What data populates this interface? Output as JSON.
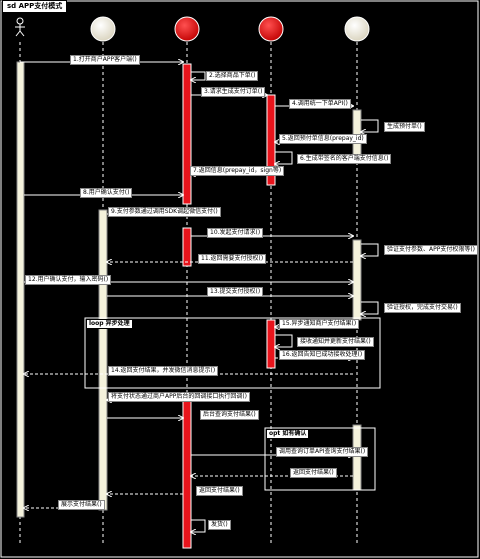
{
  "diagram": {
    "title": "sd APP支付模式",
    "fragments": {
      "loop": "loop 异步处理",
      "check": "opt 如有确认"
    },
    "messages": [
      {
        "id": 1,
        "text": "1.打开商户APP客户端()"
      },
      {
        "id": 2,
        "text": "2.选择商品下单()"
      },
      {
        "id": 3,
        "text": "3.请求生成支付订单()"
      },
      {
        "id": 4,
        "text": "4.调用统一下单API()"
      },
      {
        "id": 5,
        "text": "生成预付单()"
      },
      {
        "id": 6,
        "text": "5.返回预付单信息(prepay_id)"
      },
      {
        "id": 7,
        "text": "6.生成带签名的客户端支付信息()"
      },
      {
        "id": 8,
        "text": "7.返回信息(prepay_id，sign等)"
      },
      {
        "id": 9,
        "text": "8.用户确认支付()"
      },
      {
        "id": 10,
        "text": "9.支付参数通过调用SDK调起微信支付()"
      },
      {
        "id": 11,
        "text": "10.发起支付请求()"
      },
      {
        "id": 12,
        "text": "验证支付参数、APP支付权限等()"
      },
      {
        "id": 13,
        "text": "11.返回需要支付授权()"
      },
      {
        "id": 14,
        "text": "12.用户确认支付，输入密码()"
      },
      {
        "id": 15,
        "text": "13.提交支付授权()"
      },
      {
        "id": 16,
        "text": "验证授权，完成支付交易()"
      },
      {
        "id": 17,
        "text": "15.异步通知商户支付结果()"
      },
      {
        "id": 18,
        "text": "接收通知并更新支付结果()"
      },
      {
        "id": 19,
        "text": "16.返回告知已成功接收处理()"
      },
      {
        "id": 20,
        "text": "14.返回支付结果，并发微信消息提示()"
      },
      {
        "id": 21,
        "text": "将支付状态通过商户APP后台的回调接口执行回调()"
      },
      {
        "id": 22,
        "text": "后台查询支付结果()"
      },
      {
        "id": 23,
        "text": "调用查询订单API查询支付结果()"
      },
      {
        "id": 24,
        "text": "返回支付结果()"
      },
      {
        "id": 25,
        "text": "返回支付结果()"
      },
      {
        "id": 26,
        "text": "展示支付结果()"
      },
      {
        "id": 27,
        "text": "发货()"
      }
    ]
  },
  "colors": {
    "background": "#000000",
    "line": "#ffffff",
    "activation_red": "#e8141c",
    "activation_pale": "#f4f2dc",
    "actor_head_pale": "#f4f0e0",
    "actor_head_red": "#e8141c"
  }
}
